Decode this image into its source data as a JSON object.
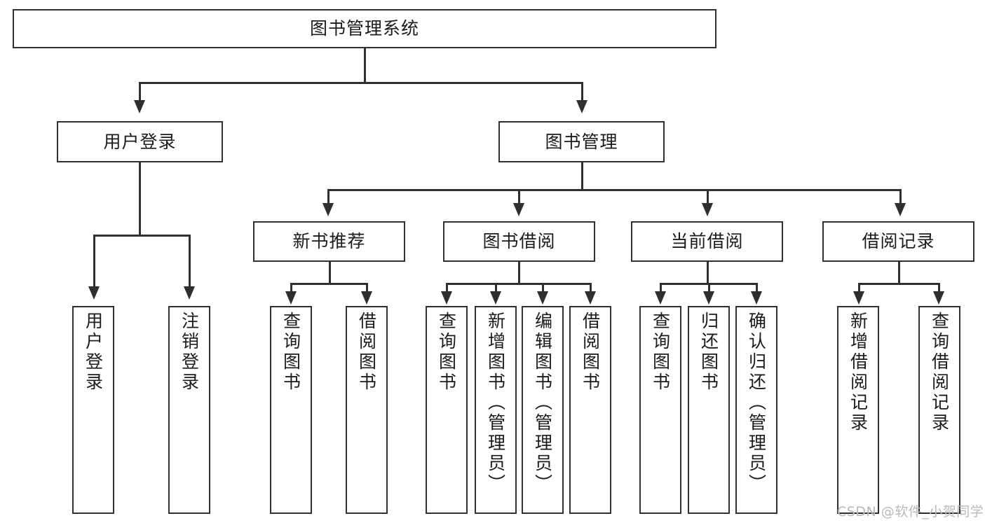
{
  "diagram": {
    "title": "图书管理系统",
    "type": "tree-hierarchy",
    "root": {
      "label": "图书管理系统"
    },
    "level2": [
      {
        "label": "用户登录"
      },
      {
        "label": "图书管理"
      }
    ],
    "level3": [
      {
        "label": "新书推荐"
      },
      {
        "label": "图书借阅"
      },
      {
        "label": "当前借阅"
      },
      {
        "label": "借阅记录"
      }
    ],
    "leaves": {
      "user_login": [
        {
          "label": "用户登录"
        },
        {
          "label": "注销登录"
        }
      ],
      "new_book_recommend": [
        {
          "label": "查询图书"
        },
        {
          "label": "借阅图书"
        }
      ],
      "book_borrow": [
        {
          "label": "查询图书"
        },
        {
          "label": "新增图书（管理员）"
        },
        {
          "label": "编辑图书（管理员）"
        },
        {
          "label": "借阅图书"
        }
      ],
      "current_borrow": [
        {
          "label": "查询图书"
        },
        {
          "label": "归还图书"
        },
        {
          "label": "确认归还（管理员）"
        }
      ],
      "borrow_record": [
        {
          "label": "新增借阅记录"
        },
        {
          "label": "查询借阅记录"
        }
      ]
    }
  },
  "watermark": {
    "text": "CSDN @软件_小贺同学"
  },
  "colors": {
    "stroke": "#2f2f2f",
    "fill": "#ffffff",
    "text": "#1b1b1b",
    "watermark": "#b9b9b9"
  }
}
